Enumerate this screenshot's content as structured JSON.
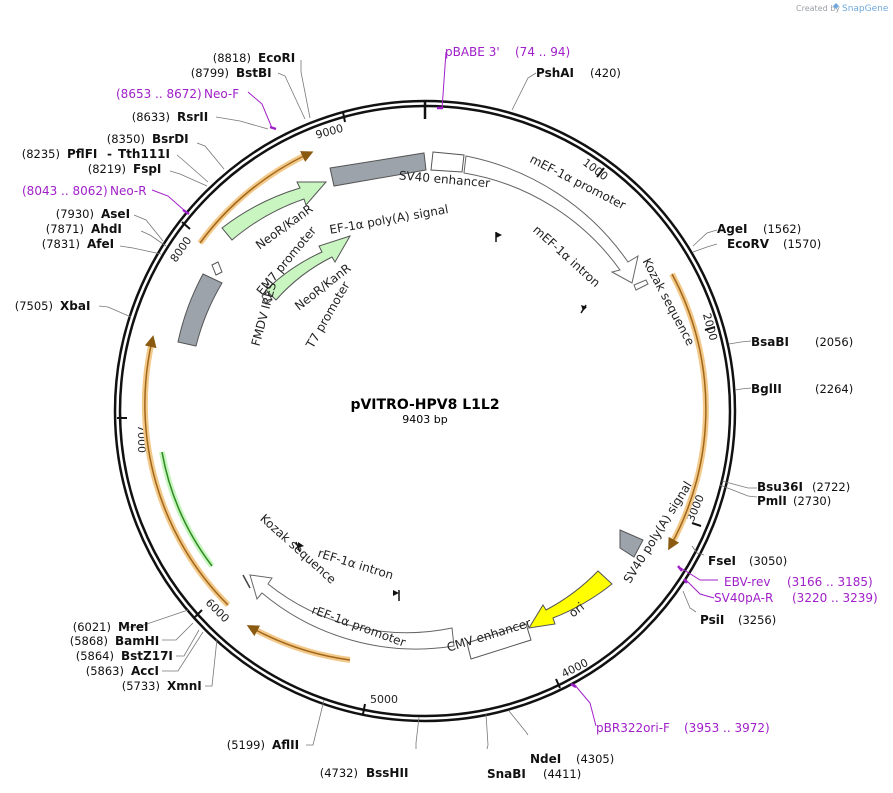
{
  "credit": {
    "prefix": "Created by",
    "brand": "SnapGene"
  },
  "plasmid": {
    "name": "pVITRO-HPV8 L1L2",
    "size_label": "9403 bp"
  },
  "ticks": [
    "1000",
    "2000",
    "3000",
    "4000",
    "5000",
    "6000",
    "7000",
    "8000",
    "9000"
  ],
  "enzymes": [
    {
      "name": "EcoRI",
      "pos": "(8818)"
    },
    {
      "name": "BstBI",
      "pos": "(8799)"
    },
    {
      "name": "RsrII",
      "pos": "(8633)"
    },
    {
      "name": "BsrDI",
      "pos": "(8350)"
    },
    {
      "name": "PflFI",
      "pos": "(8235)"
    },
    {
      "name": "Tth111I",
      "pos": ""
    },
    {
      "name": "FspI",
      "pos": "(8219)"
    },
    {
      "name": "AseI",
      "pos": "(7930)"
    },
    {
      "name": "AhdI",
      "pos": "(7871)"
    },
    {
      "name": "AfeI",
      "pos": "(7831)"
    },
    {
      "name": "XbaI",
      "pos": "(7505)"
    },
    {
      "name": "MreI",
      "pos": "(6021)"
    },
    {
      "name": "BamHI",
      "pos": "(5868)"
    },
    {
      "name": "BstZ17I",
      "pos": "(5864)"
    },
    {
      "name": "AccI",
      "pos": "(5863)"
    },
    {
      "name": "XmnI",
      "pos": "(5733)"
    },
    {
      "name": "AflII",
      "pos": "(5199)"
    },
    {
      "name": "BssHII",
      "pos": "(4732)"
    },
    {
      "name": "SnaBI",
      "pos": "(4411)"
    },
    {
      "name": "NdeI",
      "pos": "(4305)"
    },
    {
      "name": "PsiI",
      "pos": "(3256)"
    },
    {
      "name": "FseI",
      "pos": "(3050)"
    },
    {
      "name": "PmlI",
      "pos": "(2730)"
    },
    {
      "name": "Bsu36I",
      "pos": "(2722)"
    },
    {
      "name": "BglII",
      "pos": "(2264)"
    },
    {
      "name": "BsaBI",
      "pos": "(2056)"
    },
    {
      "name": "EcoRV",
      "pos": "(1570)"
    },
    {
      "name": "AgeI",
      "pos": "(1562)"
    },
    {
      "name": "PshAI",
      "pos": "(420)"
    }
  ],
  "primers": [
    {
      "name": "pBABE 3'",
      "range": "(74 .. 94)"
    },
    {
      "name": "Neo-F",
      "range": "(8653 .. 8672)"
    },
    {
      "name": "Neo-R",
      "range": "(8043 .. 8062)"
    },
    {
      "name": "EBV-rev",
      "range": "(3166 .. 3185)"
    },
    {
      "name": "SV40pA-R",
      "range": "(3220 .. 3239)"
    },
    {
      "name": "pBR322ori-F",
      "range": "(3953 .. 3972)"
    }
  ],
  "features": [
    {
      "label": "SV40 enhancer"
    },
    {
      "label": "mEF-1α promoter"
    },
    {
      "label": "EF-1α poly(A) signal"
    },
    {
      "label": "mEF-1α intron"
    },
    {
      "label": "Kozak sequence"
    },
    {
      "label": "NeoR/KanR"
    },
    {
      "label": "EM7 promoter"
    },
    {
      "label": "NeoR/KanR"
    },
    {
      "label": "T7 promoter"
    },
    {
      "label": "FMDV IRES"
    },
    {
      "label": "SV40 poly(A) signal"
    },
    {
      "label": "ori"
    },
    {
      "label": "CMV enhancer"
    },
    {
      "label": "rEF-1α promoter"
    },
    {
      "label": "rEF-1α intron"
    },
    {
      "label": "Kozak sequence"
    }
  ],
  "colors": {
    "backbone": "#111111",
    "orf": "#f0b860",
    "orf_core": "#a0661a",
    "neo": "#c8f5c0",
    "ori": "#ffff00",
    "polya": "#9ca3ab",
    "primer": "#a020c8",
    "guide": "#777777"
  }
}
